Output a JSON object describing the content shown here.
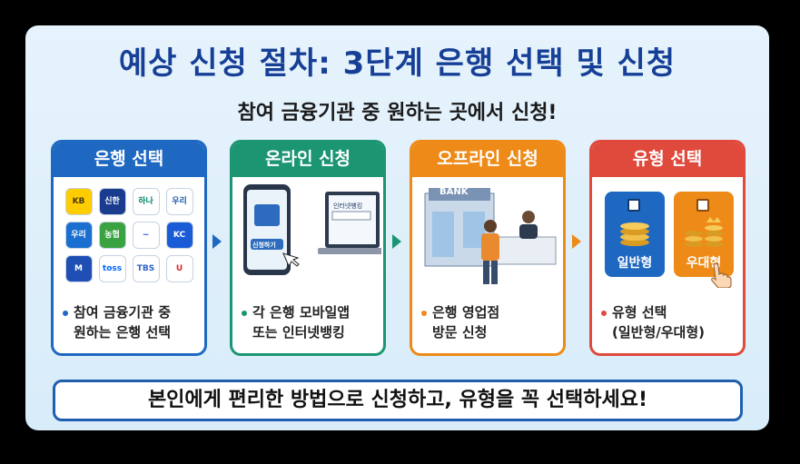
{
  "title": "예상 신청 절차: 3단계 은행 선택 및 신청",
  "subtitle": "참여 금융기관 중 원하는 곳에서 신청!",
  "steps": [
    {
      "header": "은행 선택",
      "desc_line1": "참여 금융기관 중",
      "desc_line2": "원하는 은행 선택"
    },
    {
      "header": "온라인 신청",
      "desc_line1": "각 은행 모바일앱",
      "desc_line2": "또는 인터넷뱅킹"
    },
    {
      "header": "오프라인 신청",
      "desc_line1": "은행 영업점",
      "desc_line2": "방문 신청"
    },
    {
      "header": "유형 선택",
      "desc_line1": "유형 선택",
      "desc_line2": "(일반형/우대형)"
    }
  ],
  "banks": [
    {
      "label": "KB",
      "bg": "#ffcc00",
      "fg": "#4b3a14"
    },
    {
      "label": "신한",
      "bg": "#1a3c8f",
      "fg": "#ffffff"
    },
    {
      "label": "하나",
      "bg": "#ffffff",
      "fg": "#0a8a6f"
    },
    {
      "label": "우리",
      "bg": "#ffffff",
      "fg": "#1c5aa8"
    },
    {
      "label": "우리",
      "bg": "#1a6fd0",
      "fg": "#ffffff"
    },
    {
      "label": "농협",
      "bg": "#3aa341",
      "fg": "#ffffff"
    },
    {
      "label": "~",
      "bg": "#ffffff",
      "fg": "#1a5bd6"
    },
    {
      "label": "KC",
      "bg": "#1a5bd6",
      "fg": "#ffffff"
    },
    {
      "label": "M",
      "bg": "#1f4fb4",
      "fg": "#ffffff"
    },
    {
      "label": "toss",
      "bg": "#ffffff",
      "fg": "#0064ff"
    },
    {
      "label": "TBS",
      "bg": "#ffffff",
      "fg": "#2c62c6"
    },
    {
      "label": "U",
      "bg": "#ffffff",
      "fg": "#e0242f"
    }
  ],
  "phone": {
    "button_label": "신청하기"
  },
  "laptop": {
    "screen_label": "인터넷뱅킹"
  },
  "bank_building": {
    "sign": "BANK"
  },
  "types": [
    {
      "label": "일반형",
      "color": "#1f68c2"
    },
    {
      "label": "우대형",
      "color": "#ee8a17"
    }
  ],
  "banner": "본인에게 편리한 방법으로 신청하고, 유형을 꼭 선택하세요!"
}
